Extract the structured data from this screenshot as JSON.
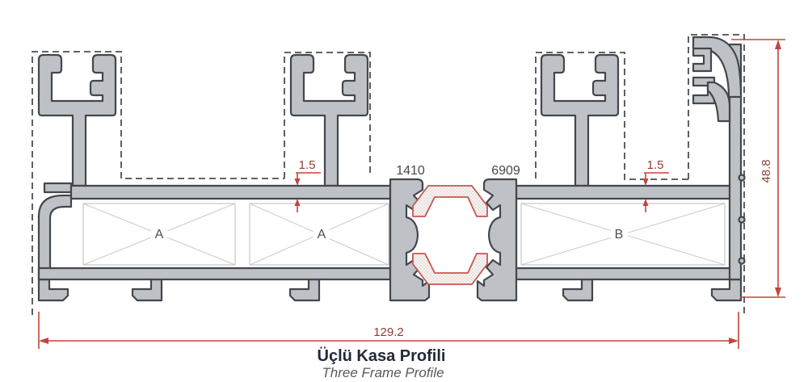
{
  "drawing": {
    "title": "Üçlü Kasa Profili",
    "subtitle": "Three Frame Profile",
    "labels": {
      "chamber_1": "A",
      "chamber_2": "A",
      "chamber_3": "B",
      "part_left": "1410",
      "part_right": "6909",
      "dim_wall_left": "1.5",
      "dim_wall_right": "1.5",
      "dim_height": "48.8",
      "dim_width": "129.2"
    },
    "colors": {
      "profile_fill": "#bec1c6",
      "profile_outline": "#43474d",
      "dashed_line": "#4b4f52",
      "dimension_red": "#c2453d",
      "gasket_red": "#c4574f",
      "chamber_line": "#c6c9cd"
    }
  }
}
